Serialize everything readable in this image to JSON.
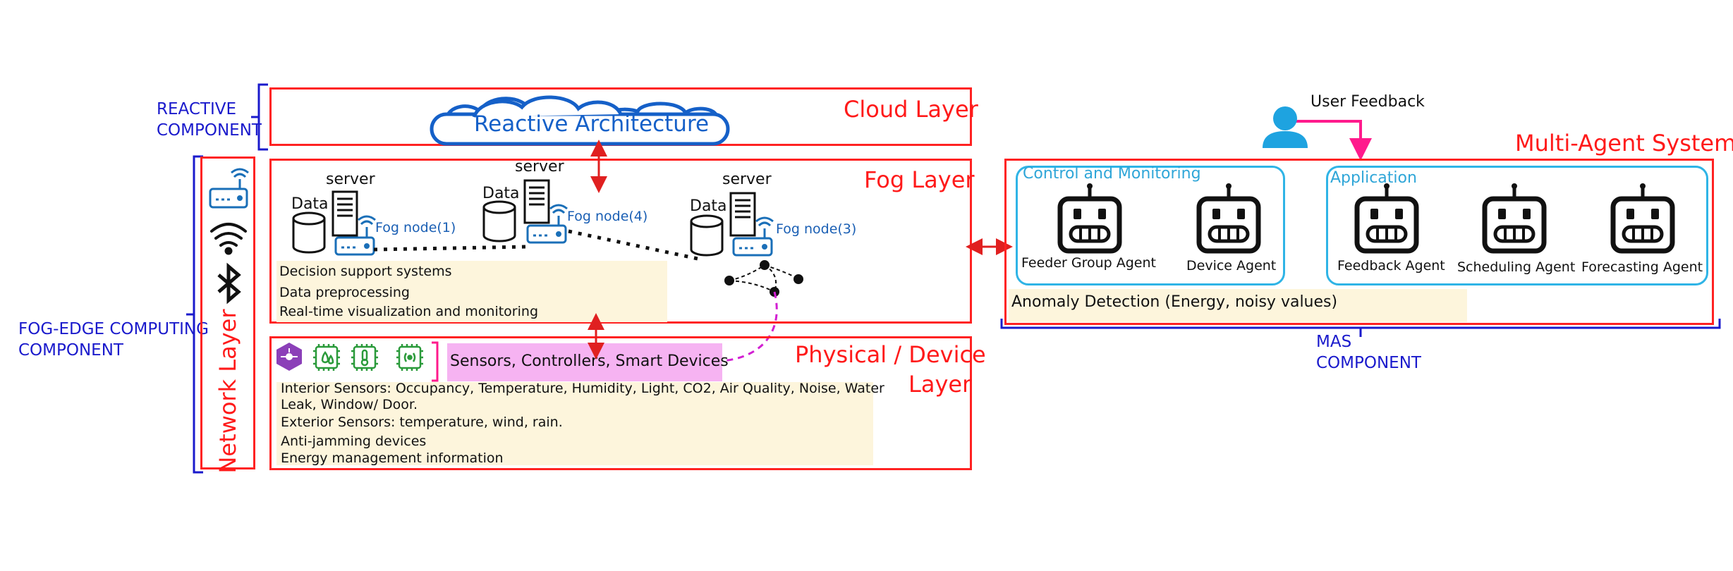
{
  "components": {
    "reactive": [
      "REACTIVE",
      "COMPONENT"
    ],
    "fog_edge": [
      "FOG-EDGE COMPUTING",
      "COMPONENT"
    ],
    "mas": [
      "MAS",
      "COMPONENT"
    ]
  },
  "cloud_layer": {
    "title": "Cloud Layer",
    "cloud_label": "Reactive Architecture"
  },
  "fog_layer": {
    "title": "Fog Layer",
    "server_label": "server",
    "data_label": "Data",
    "nodes": [
      "Fog node(1)",
      "Fog node(4)",
      "Fog node(3)"
    ],
    "functions": [
      "Decision support systems",
      "Data preprocessing",
      "Real-time visualization and monitoring"
    ]
  },
  "network_layer": {
    "title": "Network Layer"
  },
  "physical_layer": {
    "title_line1": "Physical / Device",
    "title_line2": "Layer",
    "devices_label": "Sensors, Controllers, Smart Devices",
    "details": [
      "Interior Sensors: Occupancy, Temperature,  Humidity,  Light, CO2, Air Quality,  Noise, Water",
      "Leak, Window/  Door.",
      "Exterior Sensors: temperature, wind, rain.",
      "Anti-jamming devices",
      "Energy management information"
    ]
  },
  "mas": {
    "title": "Multi-Agent System",
    "user_feedback": "User Feedback",
    "control_group": {
      "title": "Control and  Monitoring",
      "agents": [
        "Feeder Group Agent",
        "Device Agent"
      ]
    },
    "application_group": {
      "title": "Application",
      "agents": [
        "Feedback Agent",
        "Scheduling Agent",
        "Forecasting Agent"
      ]
    },
    "anomaly": "Anomaly Detection (Energy, noisy values)"
  },
  "colors": {
    "layer_border": "#ff2222",
    "component_text": "#1a1acc",
    "group_border": "#2fb4e6",
    "highlight_pink": "#f6b3f2",
    "cream": "#fdf5dc",
    "feedback_arrow": "#ff1a8c",
    "link_arrow": "#e02020"
  }
}
